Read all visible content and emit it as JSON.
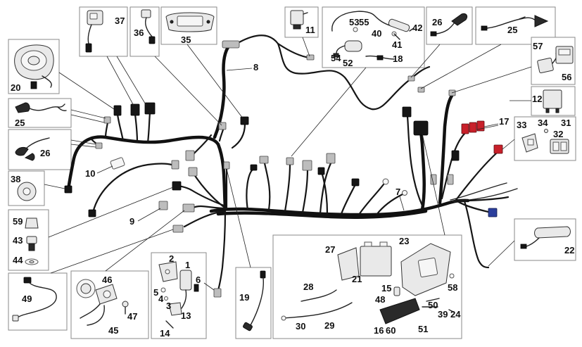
{
  "callouts": {
    "n1": "1",
    "n2": "2",
    "n3": "3",
    "n4": "4",
    "n5": "5",
    "n6": "6",
    "n7": "7",
    "n8": "8",
    "n9": "9",
    "n10": "10",
    "n11": "11",
    "n12": "12",
    "n13": "13",
    "n14": "14",
    "n15": "15",
    "n16": "16",
    "n17": "17",
    "n18": "18",
    "n19": "19",
    "n20": "20",
    "n21": "21",
    "n22": "22",
    "n23": "23",
    "n24": "24",
    "n25a": "25",
    "n25b": "25",
    "n26a": "26",
    "n26b": "26",
    "n27": "27",
    "n28": "28",
    "n29": "29",
    "n30": "30",
    "n31": "31",
    "n32": "32",
    "n33": "33",
    "n34": "34",
    "n35": "35",
    "n36": "36",
    "n37": "37",
    "n38": "38",
    "n39": "39",
    "n40": "40",
    "n41": "41",
    "n42": "42",
    "n43": "43",
    "n44": "44",
    "n45": "45",
    "n46": "46",
    "n47": "47",
    "n48": "48",
    "n49": "49",
    "n50": "50",
    "n51": "51",
    "n52": "52",
    "n53": "53",
    "n54": "54",
    "n55": "55",
    "n56": "56",
    "n57": "57",
    "n58": "58",
    "n59": "59",
    "n60": "60"
  },
  "colors": {
    "harness": "#111111",
    "connector_red": "#c8202a",
    "connector_blue": "#2b3f9c",
    "box_border": "#8a8a8a"
  }
}
